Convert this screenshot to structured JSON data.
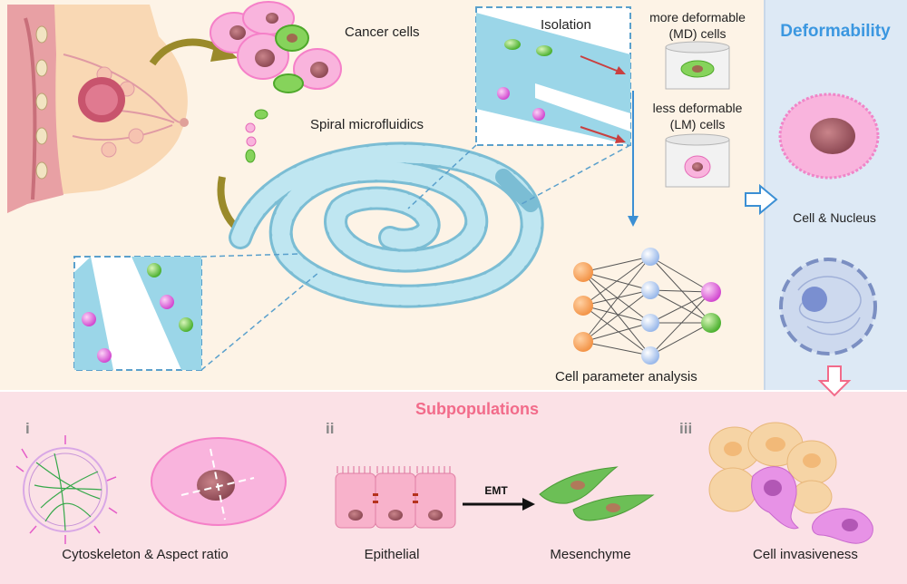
{
  "top_panel": {
    "cancer_cells_label": "Cancer cells",
    "spiral_label": "Spiral microfluidics",
    "isolation_label": "Isolation",
    "md_label_line1": "more deformable",
    "md_label_line2": "(MD) cells",
    "lm_label_line1": "less deformable",
    "lm_label_line2": "(LM) cells",
    "analysis_label": "Cell parameter analysis"
  },
  "right_panel": {
    "title": "Deformability",
    "cell_nucleus_label": "Cell & Nucleus"
  },
  "bottom_panel": {
    "title": "Subpopulations",
    "section_i": "i",
    "section_ii": "ii",
    "section_iii": "iii",
    "cytoskeleton_label": "Cytoskeleton & Aspect ratio",
    "epithelial_label": "Epithelial",
    "emt_label": "EMT",
    "mesenchyme_label": "Mesenchyme",
    "invasiveness_label": "Cell invasiveness"
  },
  "colors": {
    "top_bg": "#fdf3e6",
    "right_bg": "#dde9f5",
    "bottom_bg": "#fbe1e6",
    "accent_blue": "#3b97e0",
    "accent_pink": "#f26b8a",
    "spiral": "#a8dbe9",
    "cell_pink": "#f59ad6",
    "cell_green": "#6cc24a"
  }
}
